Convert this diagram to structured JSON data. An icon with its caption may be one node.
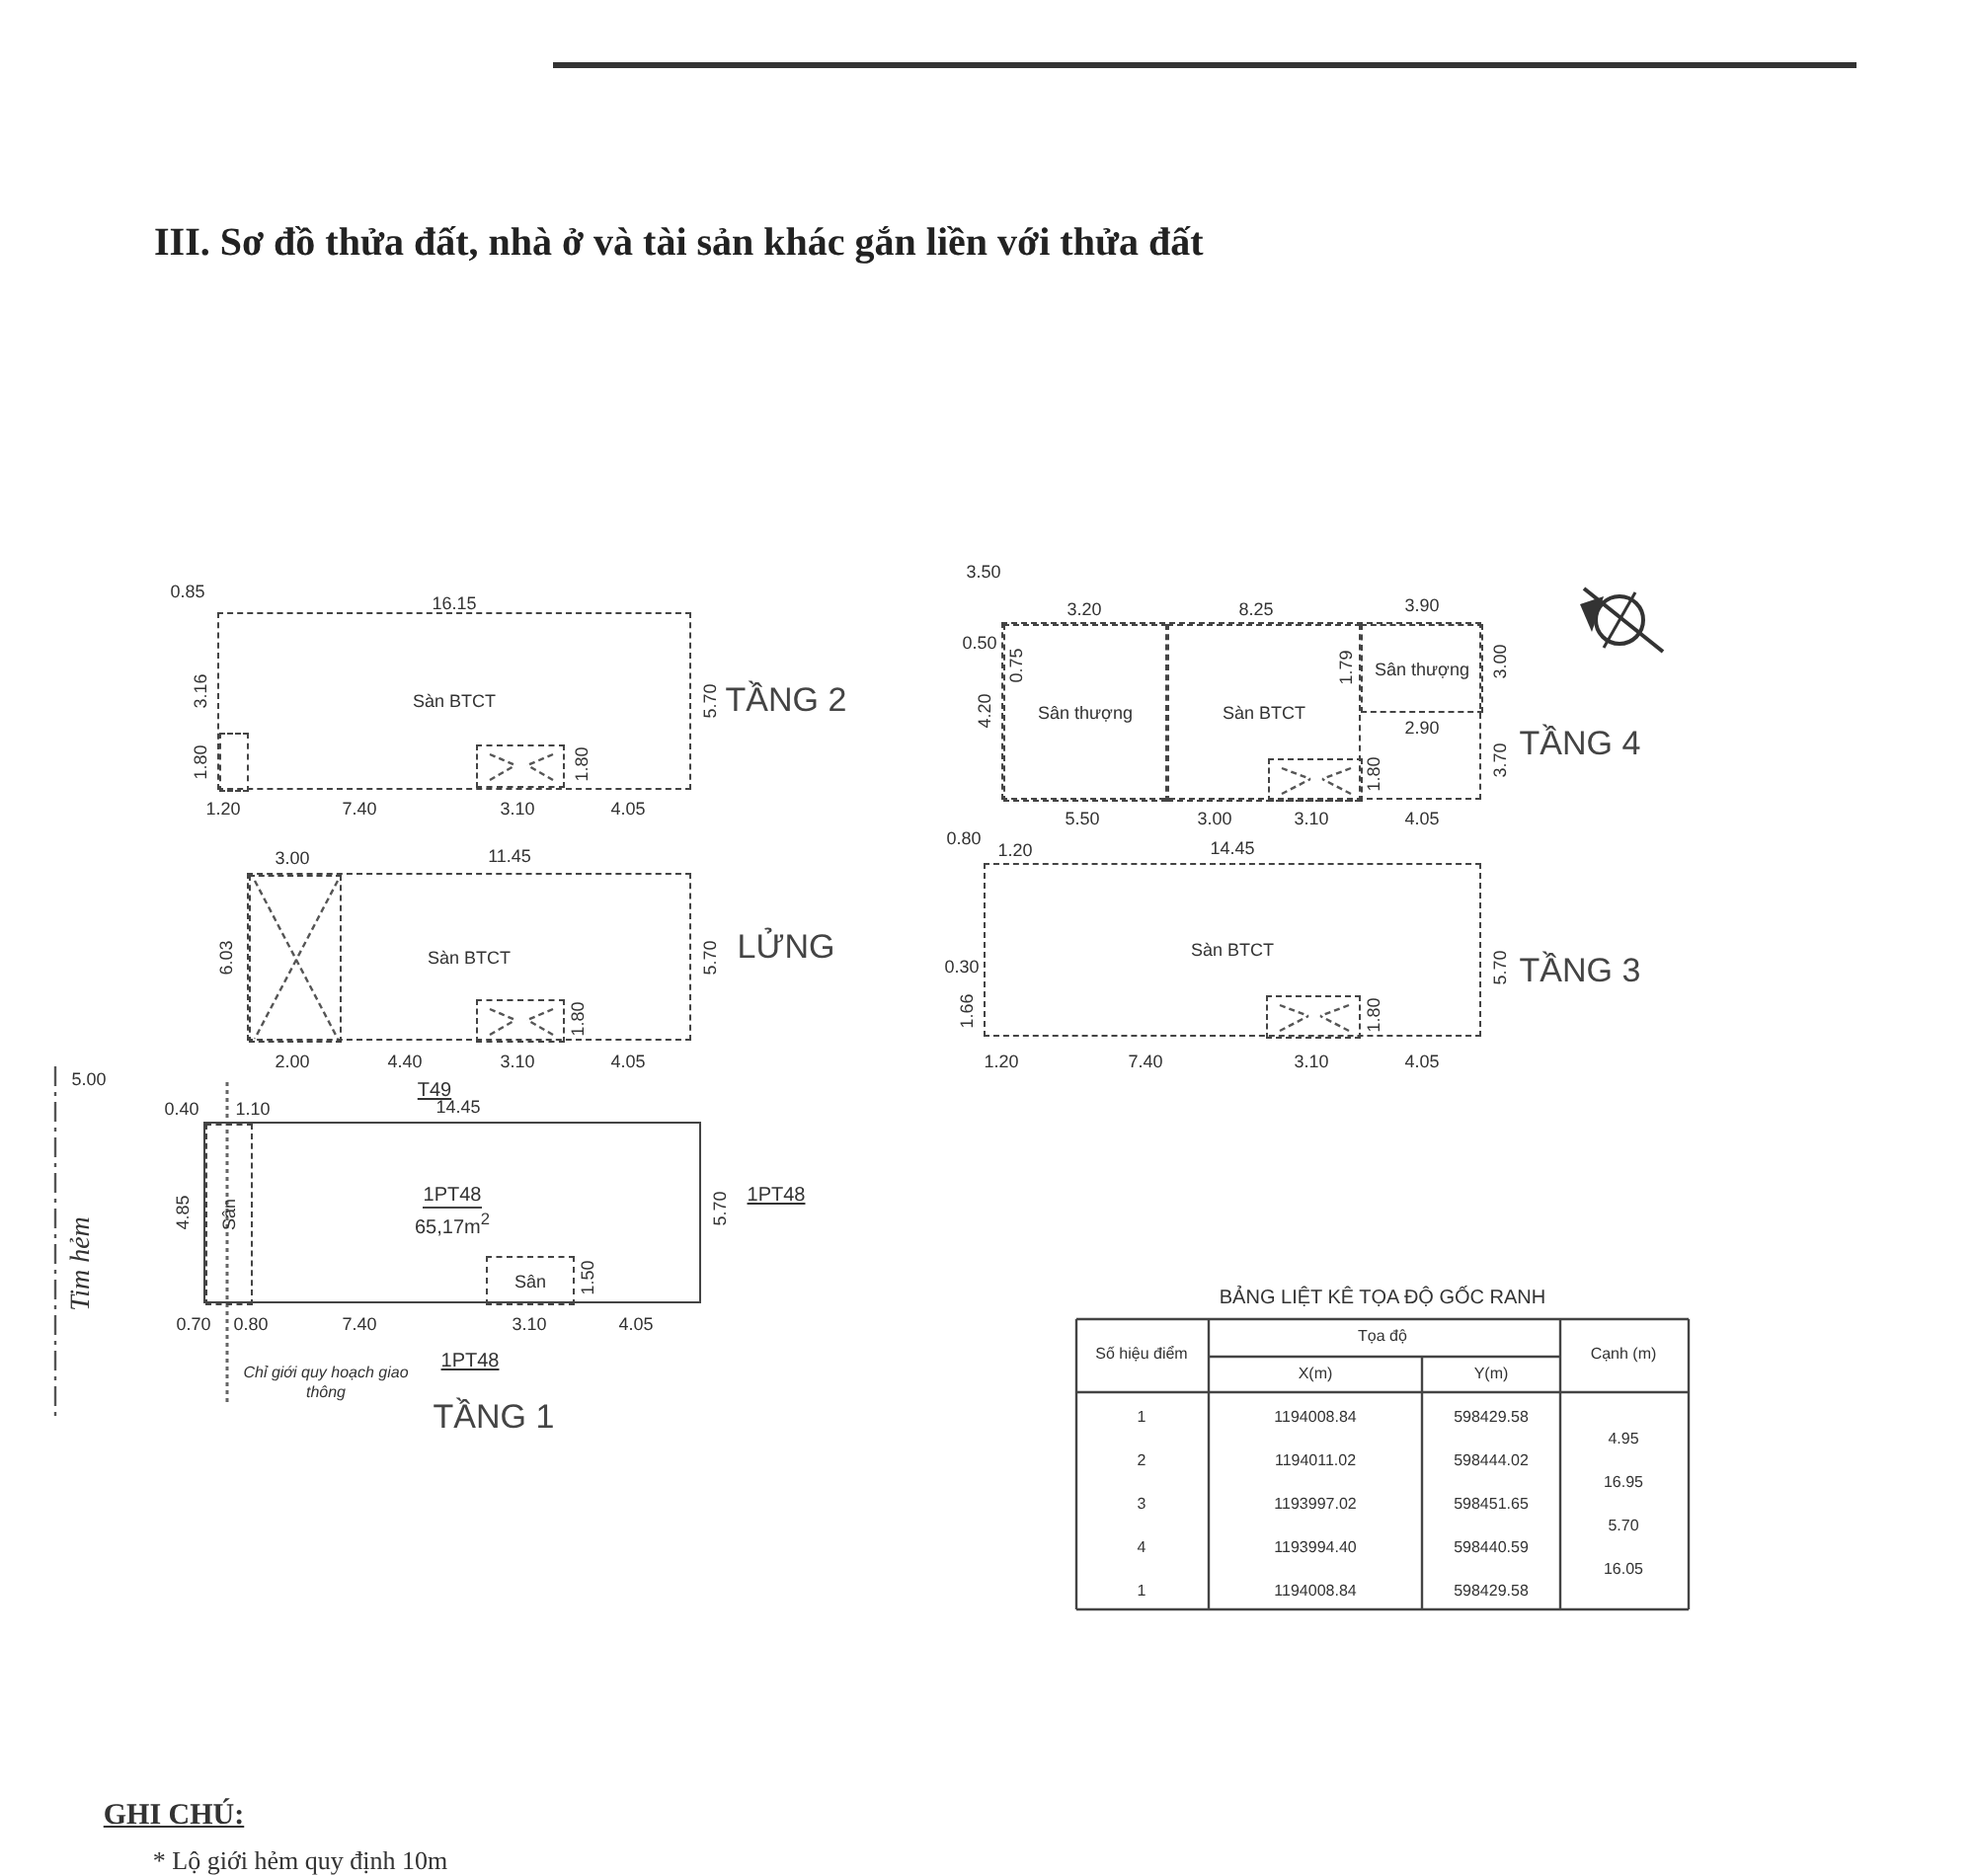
{
  "diagram": {
    "title": "III. Sơ đồ thửa đất, nhà ở và tài sản khác gắn liền với thửa đất",
    "nodes": [
      {
        "text": [
          "Sàn BTCT"
        ],
        "beside": [
          "TẦNG 2"
        ]
      },
      {
        "text": [],
        "shape": "box",
        "in": 0
      },
      {
        "text": [],
        "shape": "box",
        "in": 0
      },
      {
        "text": [],
        "shape": "box",
        "beside": [
          "TẦNG 4"
        ]
      },
      {
        "text": [
          "Sân thượng"
        ],
        "in": 3
      },
      {
        "text": [
          "Sàn BTCT"
        ],
        "in": 3
      },
      {
        "text": [
          "Sân thượng"
        ],
        "in": 3
      },
      {
        "text": [],
        "shape": "box",
        "in": 5
      },
      {
        "text": [
          "Sàn BTCT"
        ],
        "beside": [
          "LỬNG"
        ]
      },
      {
        "text": [],
        "shape": "box",
        "in": 8
      },
      {
        "text": [],
        "shape": "box",
        "in": 8
      },
      {
        "text": [
          "Sàn BTCT"
        ],
        "beside": [
          "TẦNG 3"
        ]
      },
      {
        "text": [],
        "shape": "box",
        "in": 11
      },
      {
        "text": [
          "1PT48",
          "65,17m$^{2}$"
        ],
        "beside": [
          "TẦNG 1"
        ]
      },
      {
        "text": [
          "Sân"
        ],
        "in": 13
      },
      {
        "text": [
          "Sân"
        ],
        "in": 13
      }
    ],
    "labels": [
      "0.85",
      "16.15",
      "3.16",
      "5.70",
      "1.80",
      "1.80",
      "1.20",
      "7.40",
      "3.10",
      "4.05",
      "3.50",
      "3.20",
      "8.25",
      "3.90",
      "0.50",
      "0.75",
      "4.20",
      "1.79",
      "3.00",
      "2.90",
      "3.70",
      "1.80",
      "5.50",
      "3.00",
      "3.10",
      "4.05",
      "3.00",
      "11.45",
      "6.03",
      "5.70",
      "1.80",
      "2.00",
      "4.40",
      "3.10",
      "4.05",
      "T49",
      "0.80",
      "1.20",
      "14.45",
      "5.70",
      "0.30",
      "1.66",
      "1.80",
      "1.20",
      "7.40",
      "3.10",
      "4.05",
      "5.00",
      "0.40",
      "1.10",
      "14.45",
      "4.85",
      "5.70",
      "1.50",
      "0.70",
      "0.80",
      "7.40",
      "3.10",
      "4.05",
      "1PT48",
      "Chỉ giới quy hoạch giao thông",
      "1PT48",
      "Tim hẻm",
      "BẢNG LIỆT KÊ TỌA ĐỘ GỐC RANH",
      "Số hiệu điểm",
      "Tọa độ",
      "Cạnh (m)",
      "X(m)",
      "Y(m)",
      "1",
      "1194008.84",
      "598429.58",
      "4.95",
      "2",
      "1194011.02",
      "598444.02",
      "16.95",
      "3",
      "1193997.02",
      "598451.65",
      "5.70",
      "4",
      "1193994.40",
      "598440.59",
      "16.05",
      "1",
      "1194008.84",
      "598429.58",
      "GHI CHÚ:",
      "* Lộ giới hẻm quy định 10m"
    ]
  }
}
